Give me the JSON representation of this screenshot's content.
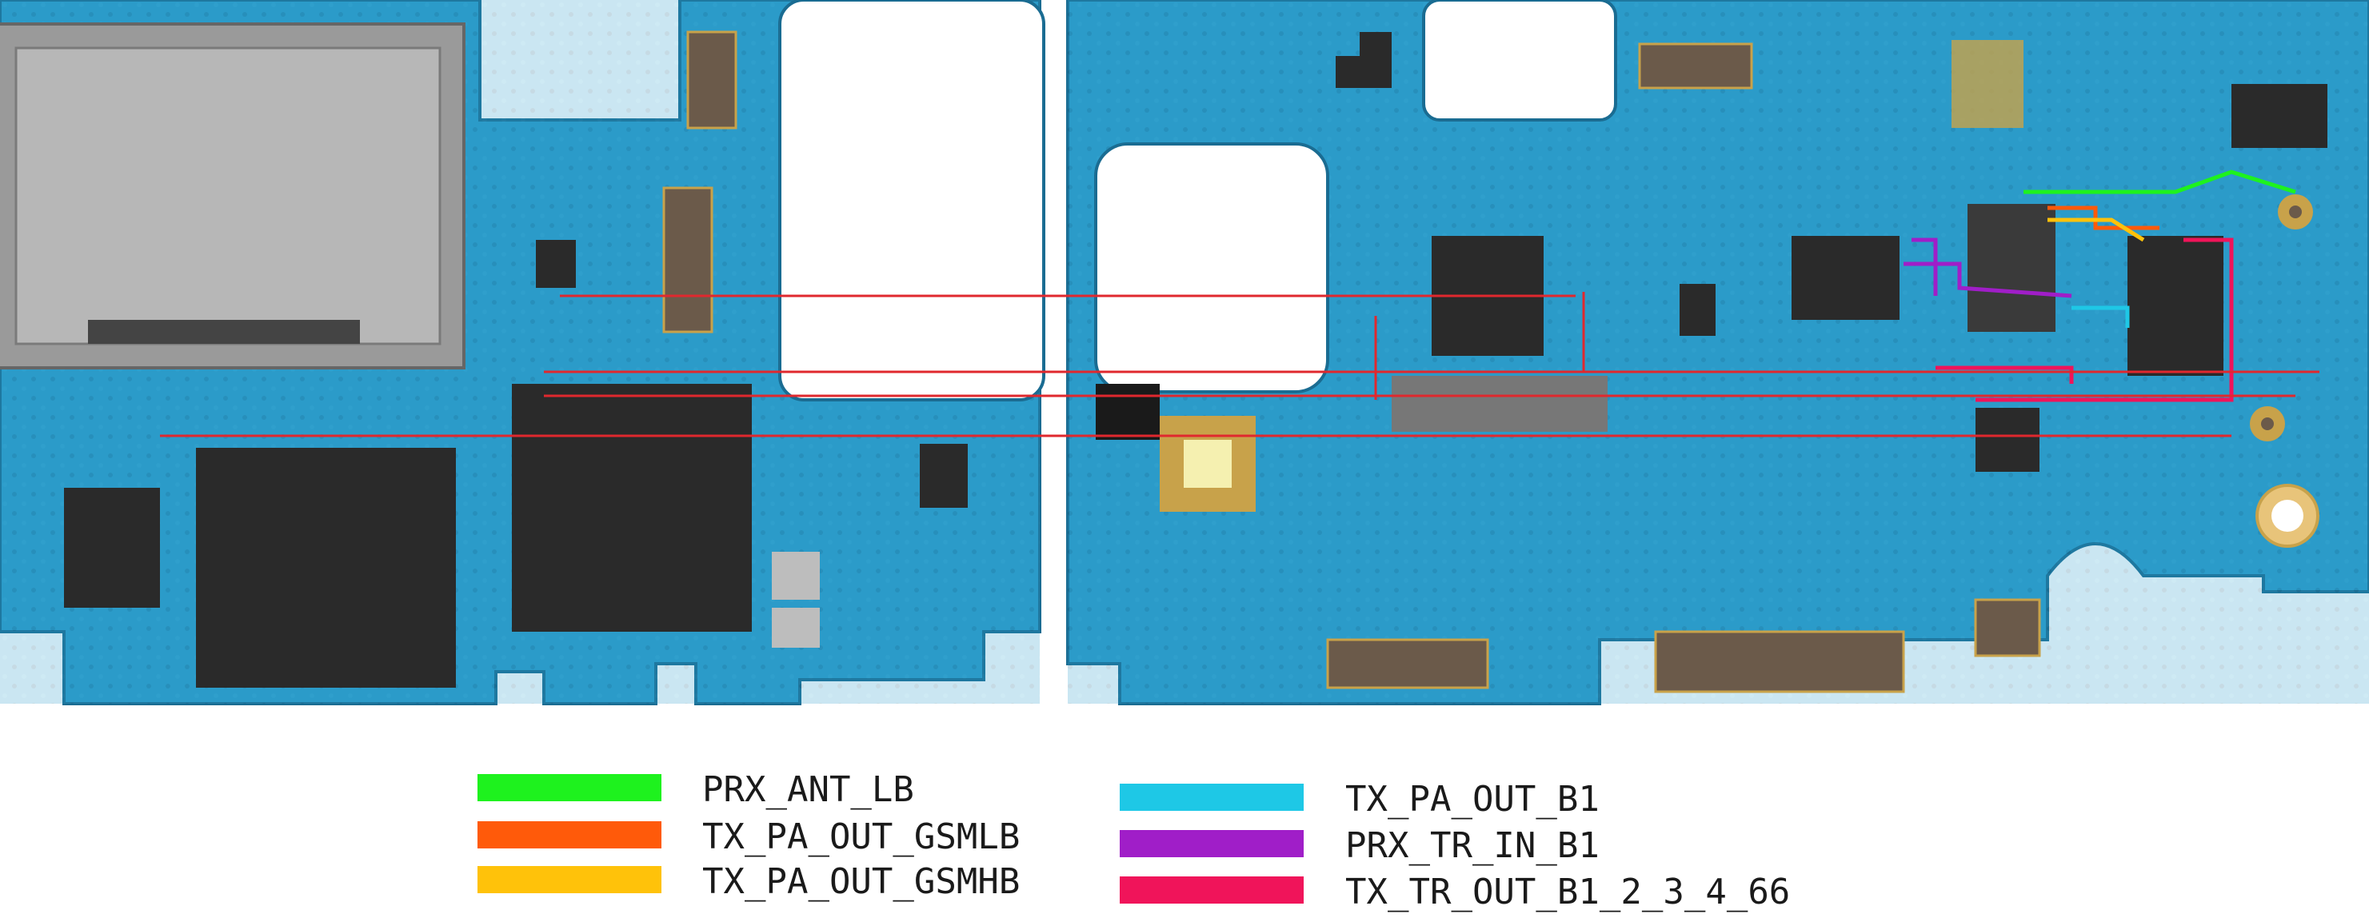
{
  "colors": {
    "pcb": "#2b9bc9",
    "pcb_dark": "#1a6c92",
    "pcb_mid": "#3aa9d4",
    "chip": "#2a2a2a",
    "connector": "#6b5a4a",
    "trace_red": "#e0282e",
    "gold": "#c8a24a"
  },
  "icons": [
    "rf-connector-icon",
    "flash-led-icon",
    "datamatrix-code-icon",
    "sim-tray-icon"
  ],
  "legend": [
    {
      "label": "PRX_ANT_LB",
      "color": "#1ef21e"
    },
    {
      "label": "TX_PA_OUT_GSMLB",
      "color": "#ff5a0a"
    },
    {
      "label": "TX_PA_OUT_GSMHB",
      "color": "#ffc20a"
    },
    {
      "label": "TX_PA_OUT_B1",
      "color": "#1ec8e6"
    },
    {
      "label": "PRX_TR_IN_B1",
      "color": "#a01ec8"
    },
    {
      "label": "TX_TR_OUT_B1_2_3_4_66",
      "color": "#f0145a"
    }
  ]
}
